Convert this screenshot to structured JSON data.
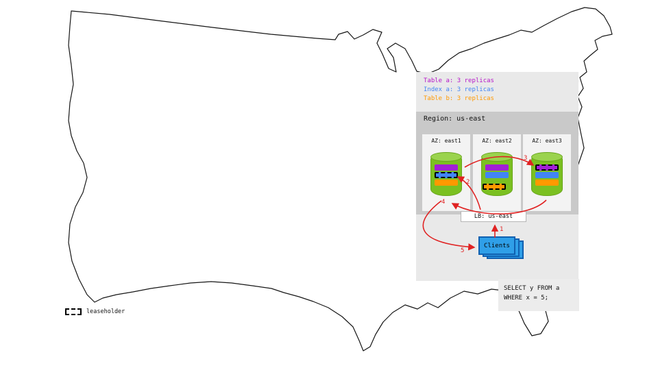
{
  "colors": {
    "table_a": "#b615c9",
    "index_a": "#4285f4",
    "table_b": "#ff9900",
    "arrow_red": "#e02222",
    "cylinder_green": "#7bc021",
    "clients_blue": "#2f9fe8"
  },
  "legend": {
    "items": [
      {
        "label": "Table a: 3 replicas",
        "color": "#b615c9"
      },
      {
        "label": "Index a: 3 replicas",
        "color": "#4285f4"
      },
      {
        "label": "Table b: 3 replicas",
        "color": "#ff9900"
      }
    ]
  },
  "region": {
    "label": "Region: us-east",
    "azs": [
      {
        "label": "AZ: east1",
        "leaseholder_band": "index-a"
      },
      {
        "label": "AZ: east2",
        "leaseholder_band": "table-b"
      },
      {
        "label": "AZ: east3",
        "leaseholder_band": "table-a"
      }
    ]
  },
  "lb": {
    "label": "LB: us-east"
  },
  "clients": {
    "label": "Clients"
  },
  "sql": {
    "line1": "SELECT y FROM a",
    "line2": "WHERE x = 5;"
  },
  "steps": [
    "1",
    "2",
    "3",
    "4",
    "5"
  ],
  "map_legend": {
    "label": "leaseholder"
  }
}
